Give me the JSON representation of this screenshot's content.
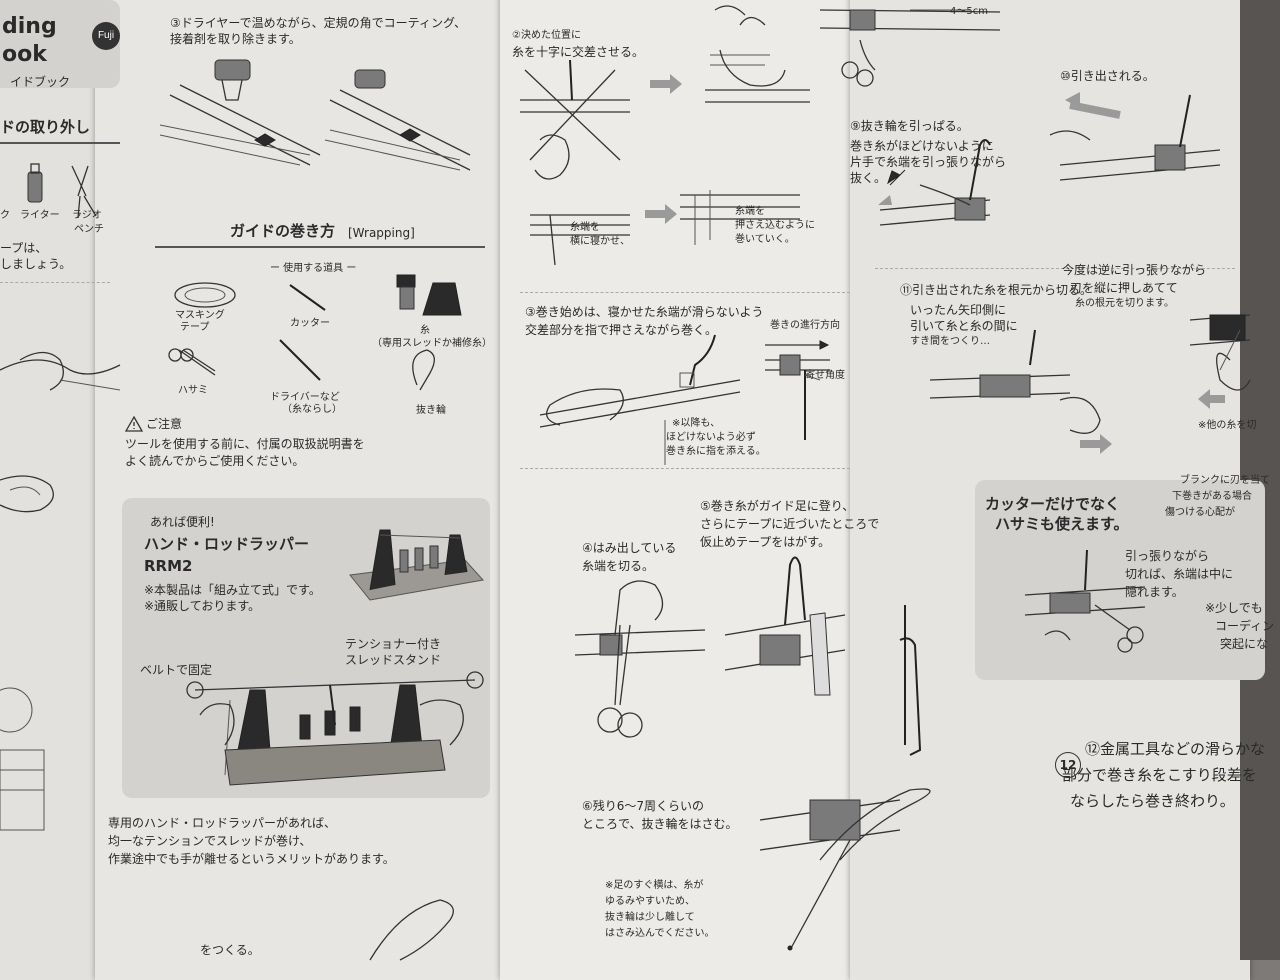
{
  "left_column": {
    "title_line1": "ding",
    "title_line2": "ook",
    "subtitle": "イドブック",
    "section": "ドの取り外し",
    "tool_lighter": "ライター",
    "tool_prefix": "ク",
    "tool_pliers_1": "ラジオ",
    "tool_pliers_2": "ペンチ",
    "note_1": "ープは、",
    "note_2": "しましょう。",
    "bottom_text": "をつくる。"
  },
  "col2": {
    "step3": "③ドライヤーで温めながら、定規の角でコーティング、",
    "step3_line2": "接着剤を取り除きます。",
    "wrapping_title": "ガイドの巻き方",
    "wrapping_en": "[Wrapping]",
    "tools_title": "ー 使用する道具 ー",
    "tool_masking_1": "マスキング",
    "tool_masking_2": "テープ",
    "tool_cutter": "カッター",
    "tool_thread_1": "糸",
    "tool_thread_2": "（専用スレッドか補修糸）",
    "tool_scissors": "ハサミ",
    "tool_driver_1": "ドライバーなど",
    "tool_driver_2": "（糸ならし）",
    "tool_loop": "抜き輪",
    "caution_title": "ご注意",
    "caution_1": "ツールを使用する前に、付属の取扱説明書を",
    "caution_2": "よく読んでからご使用ください。",
    "box_label": "あれば便利!",
    "box_title": "ハンド・ロッドラッパー",
    "box_model": "RRM2",
    "box_note_1": "※本製品は「組み立て式」です。",
    "box_note_2": "※通販しております。",
    "tensioner_1": "テンショナー付き",
    "tensioner_2": "スレッドスタンド",
    "belt": "ベルトで固定",
    "desc_1": "専用のハンド・ロッドラッパーがあれば、",
    "desc_2": "均一なテンションでスレッドが巻け、",
    "desc_3": "作業途中でも手が離せるというメリットがあります。"
  },
  "col3": {
    "step2_1": "②決めた位置に",
    "step2_2": "糸を十字に交差させる。",
    "lay_1": "糸端を",
    "lay_2": "横に寝かせ、",
    "press_1": "糸端を",
    "press_2": "押さえ込むように",
    "press_3": "巻いていく。",
    "step3_1": "③巻き始めは、寝かせた糸端が滑らないよう",
    "step3_2": "交差部分を指で押さえながら巻く。",
    "direction": "巻きの進行方向",
    "angle": "寄せ角度",
    "note_1": "※以降も、",
    "note_2": "ほどけないよう必ず",
    "note_3": "巻き糸に指を添える。",
    "step4_1": "④はみ出している",
    "step4_2": "糸端を切る。",
    "step5_1": "⑤巻き糸がガイド足に登り、",
    "step5_2": "さらにテープに近づいたところで",
    "step5_3": "仮止めテープをはがす。",
    "step6_1": "⑥残り6〜7周くらいの",
    "step6_2": "ところで、抜き輪をはさむ。",
    "foot_1": "※足のすぐ横は、糸が",
    "foot_2": "ゆるみやすいため、",
    "foot_3": "抜き輪は少し離して",
    "foot_4": "はさみ込んでください。"
  },
  "col4": {
    "dim": "4〜5cm",
    "step10": "⑩引き出される。",
    "step9_1": "⑨抜き輪を引っぱる。",
    "step9_2": "巻き糸がほどけないように",
    "step9_3": "片手で糸端を引っ張りながら",
    "step9_4": "抜く。",
    "step11_1": "⑪引き出された糸を根元から切る。",
    "step11_2": "いったん矢印側に",
    "step11_3": "引いて糸と糸の間に",
    "step11_4": "すき間をつくり…",
    "step11_5": "今度は逆に引っ張りながら",
    "step11_6": "刃を縦に押しあてて",
    "step11_7": "糸の根元を切ります。",
    "other": "※他の糸を切",
    "tip_1": "カッターだけでなく",
    "tip_2": "ハサミも使えます。",
    "blank_1": "ブランクに刃を当て",
    "blank_2": "下巻きがある場合",
    "blank_3": "傷つける心配が",
    "pull_1": "引っ張りながら",
    "pull_2": "切れば、糸端は中に",
    "pull_3": "隠れます。",
    "little_1": "※少しでも",
    "little_2": "コーディン",
    "little_3": "突起にな",
    "step12_1": "⑫金属工具などの滑らかな",
    "step12_2": "部分で巻き糸をこすり段差を",
    "step12_3": "ならしたら巻き終わり。"
  }
}
